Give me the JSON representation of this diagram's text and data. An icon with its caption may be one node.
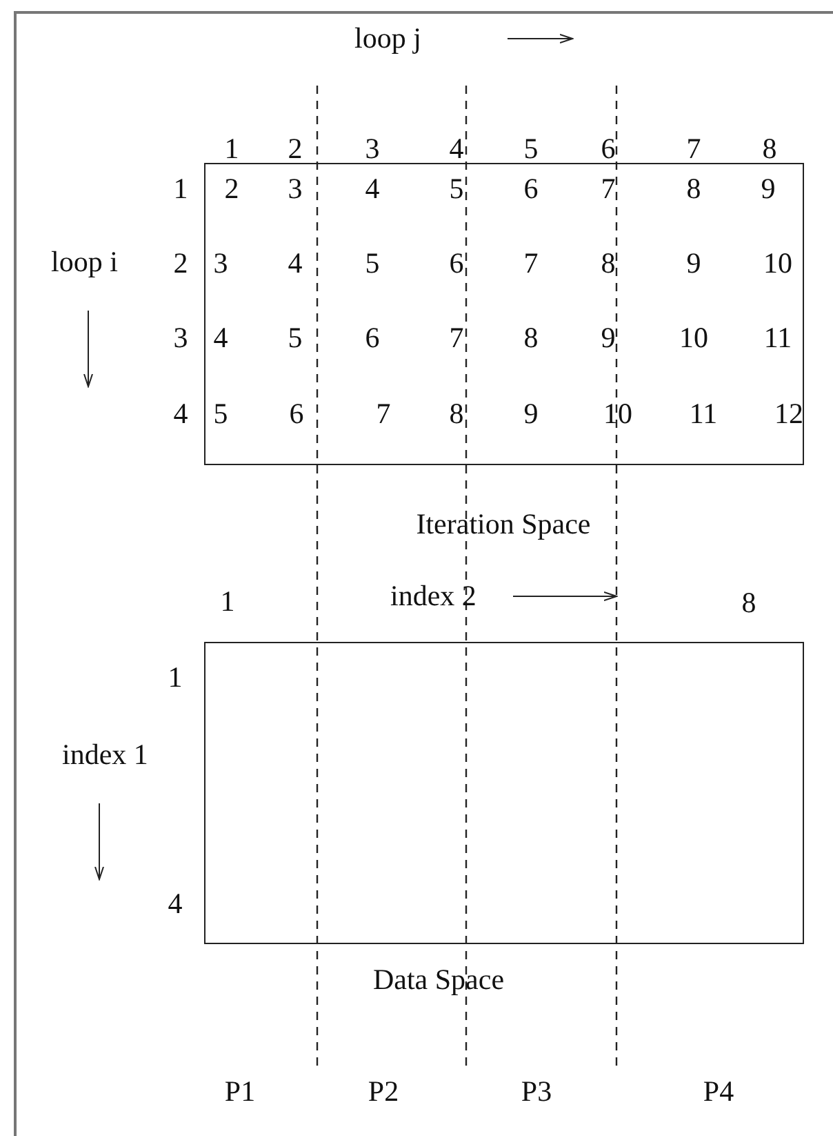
{
  "diagram": {
    "nodes": [
      {
        "text": [
          "Iteration Space"
        ]
      },
      {
        "text": [
          "Data Space"
        ]
      }
    ],
    "labels": [
      "loop j",
      "1",
      "2",
      "3",
      "4",
      "5",
      "6",
      "7",
      "8",
      "1",
      "2",
      "3",
      "4",
      "5",
      "6",
      "7",
      "8",
      "9",
      "loop i",
      "2",
      "3",
      "4",
      "5",
      "6",
      "7",
      "8",
      "9",
      "10",
      "3",
      "4",
      "5",
      "6",
      "7",
      "8",
      "9",
      "10",
      "11",
      "4",
      "5",
      "6",
      "7",
      "8",
      "9",
      "10",
      "11",
      "12",
      "1",
      "index 2",
      "8",
      "1",
      "index 1",
      "4",
      "P1",
      "P2",
      "P3",
      "P4"
    ]
  }
}
